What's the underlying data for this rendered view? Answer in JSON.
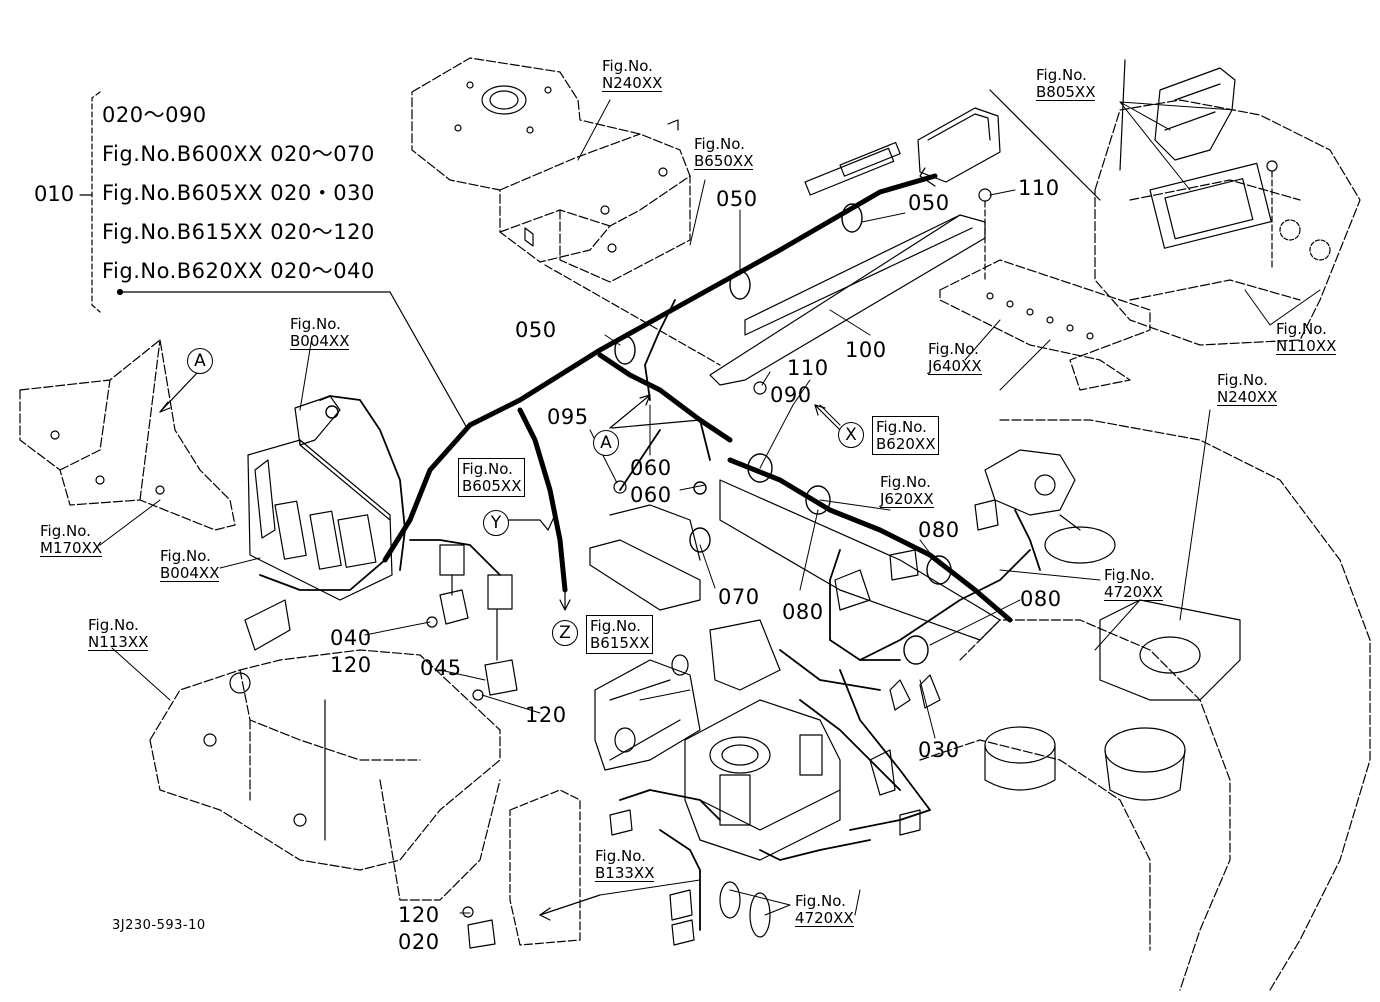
{
  "legend": {
    "key": "010",
    "lines": [
      "020～090",
      "Fig.No.B600XX  020～070",
      "Fig.No.B605XX  020・030",
      "Fig.No.B615XX  020～120",
      "Fig.No.B620XX  020～040"
    ]
  },
  "part_labels": {
    "p110a": "110",
    "p110b": "110",
    "p050a": "050",
    "p050b": "050",
    "p050c": "050",
    "p100": "100",
    "p090": "090",
    "p095": "095",
    "p060a": "060",
    "p060b": "060",
    "p070": "070",
    "p080a": "080",
    "p080b": "080",
    "p080c": "080",
    "p040": "040",
    "p120a": "120",
    "p045": "045",
    "p120b": "120",
    "p030": "030",
    "p120c": "120",
    "p020": "020"
  },
  "fig_refs": {
    "n240_top": {
      "prefix": "Fig.No.",
      "no": "N240XX"
    },
    "b650": {
      "prefix": "Fig.No.",
      "no": "B650XX"
    },
    "b805": {
      "prefix": "Fig.No.",
      "no": "B805XX"
    },
    "n110": {
      "prefix": "Fig.No.",
      "no": "N110XX"
    },
    "j640": {
      "prefix": "Fig.No.",
      "no": "J640XX"
    },
    "b004_top": {
      "prefix": "Fig.No.",
      "no": "B004XX"
    },
    "m170": {
      "prefix": "Fig.No.",
      "no": "M170XX"
    },
    "b004_bot": {
      "prefix": "Fig.No.",
      "no": "B004XX"
    },
    "b605": {
      "prefix": "Fig.No.",
      "no": "B605XX"
    },
    "b620": {
      "prefix": "Fig.No.",
      "no": "B620XX"
    },
    "j620": {
      "prefix": "Fig.No.",
      "no": "J620XX"
    },
    "n240_right": {
      "prefix": "Fig.No.",
      "no": "N240XX"
    },
    "f4720_top": {
      "prefix": "Fig.No.",
      "no": "4720XX"
    },
    "n113": {
      "prefix": "Fig.No.",
      "no": "N113XX"
    },
    "b615": {
      "prefix": "Fig.No.",
      "no": "B615XX"
    },
    "b133": {
      "prefix": "Fig.No.",
      "no": "B133XX"
    },
    "f4720_bot": {
      "prefix": "Fig.No.",
      "no": "4720XX"
    }
  },
  "callouts": {
    "A1": "A",
    "A2": "A",
    "X": "X",
    "Y": "Y",
    "Z": "Z"
  },
  "drawing_code": "3J230-593-10"
}
